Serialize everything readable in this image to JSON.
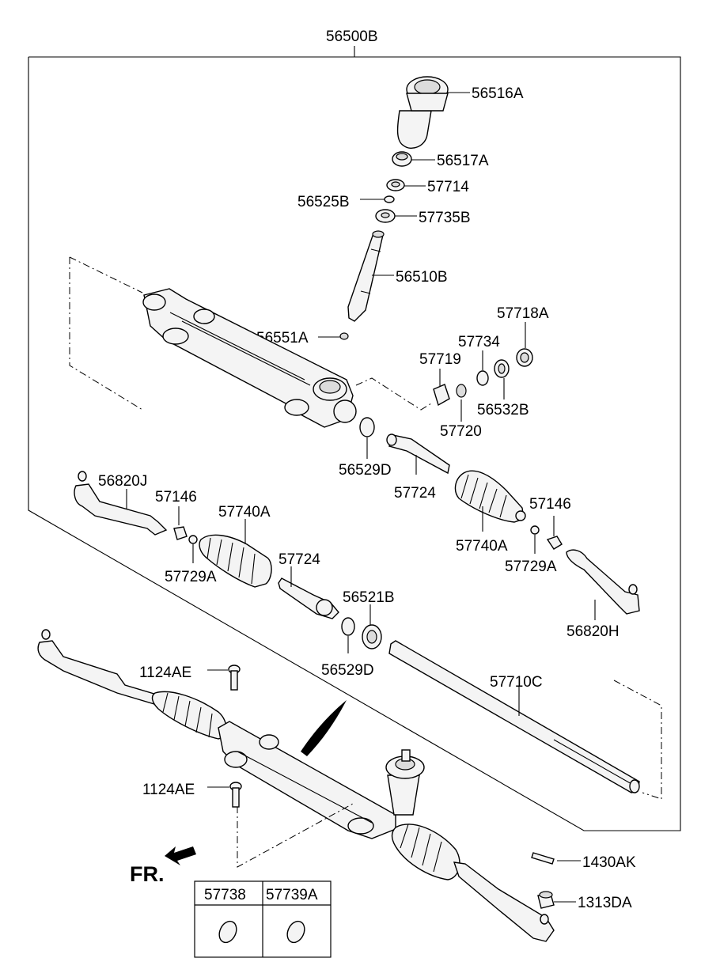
{
  "diagram": {
    "assembly_label": "56500B",
    "front_label": "FR.",
    "parts": {
      "p56516A": "56516A",
      "p56517A": "56517A",
      "p57714": "57714",
      "p56525B": "56525B",
      "p57735B": "57735B",
      "p56510B": "56510B",
      "p56551A": "56551A",
      "p57718A": "57718A",
      "p57734": "57734",
      "p57719": "57719",
      "p56532B": "56532B",
      "p57720": "57720",
      "p56529D_upper": "56529D",
      "p57724_upper": "57724",
      "p56820J": "56820J",
      "p57146_left": "57146",
      "p57740A_left": "57740A",
      "p57729A_left": "57729A",
      "p57146_right": "57146",
      "p57740A_right": "57740A",
      "p57729A_right": "57729A",
      "p56820H": "56820H",
      "p57724_lower": "57724",
      "p56521B": "56521B",
      "p56529D_lower": "56529D",
      "p57710C": "57710C",
      "p1124AE_upper": "1124AE",
      "p1124AE_lower": "1124AE",
      "p1430AK": "1430AK",
      "p1313DA": "1313DA"
    },
    "table": {
      "col1": "57738",
      "col2": "57739A"
    }
  }
}
